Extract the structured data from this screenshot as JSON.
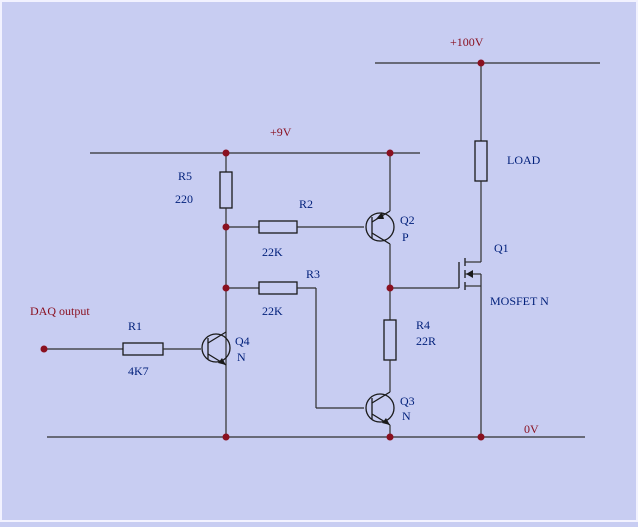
{
  "rails": {
    "hv": "+100V",
    "lv": "+9V",
    "gnd": "0V"
  },
  "input": {
    "label": "DAQ output"
  },
  "components": {
    "R1": {
      "ref": "R1",
      "value": "4K7"
    },
    "R2": {
      "ref": "R2",
      "value": "22K"
    },
    "R3": {
      "ref": "R3",
      "value": "22K"
    },
    "R4": {
      "ref": "R4",
      "value": "22R"
    },
    "R5": {
      "ref": "R5",
      "value": "220"
    },
    "Q1": {
      "ref": "Q1",
      "type": "MOSFET N"
    },
    "Q2": {
      "ref": "Q2",
      "type": "P"
    },
    "Q3": {
      "ref": "Q3",
      "type": "N"
    },
    "Q4": {
      "ref": "Q4",
      "type": "N"
    },
    "load": {
      "label": "LOAD"
    }
  },
  "colors": {
    "background": "#c8cdf2",
    "wire": "#2f2f2f",
    "node": "#8a1020",
    "label": "#001f7a",
    "net_label": "#8a1020"
  }
}
